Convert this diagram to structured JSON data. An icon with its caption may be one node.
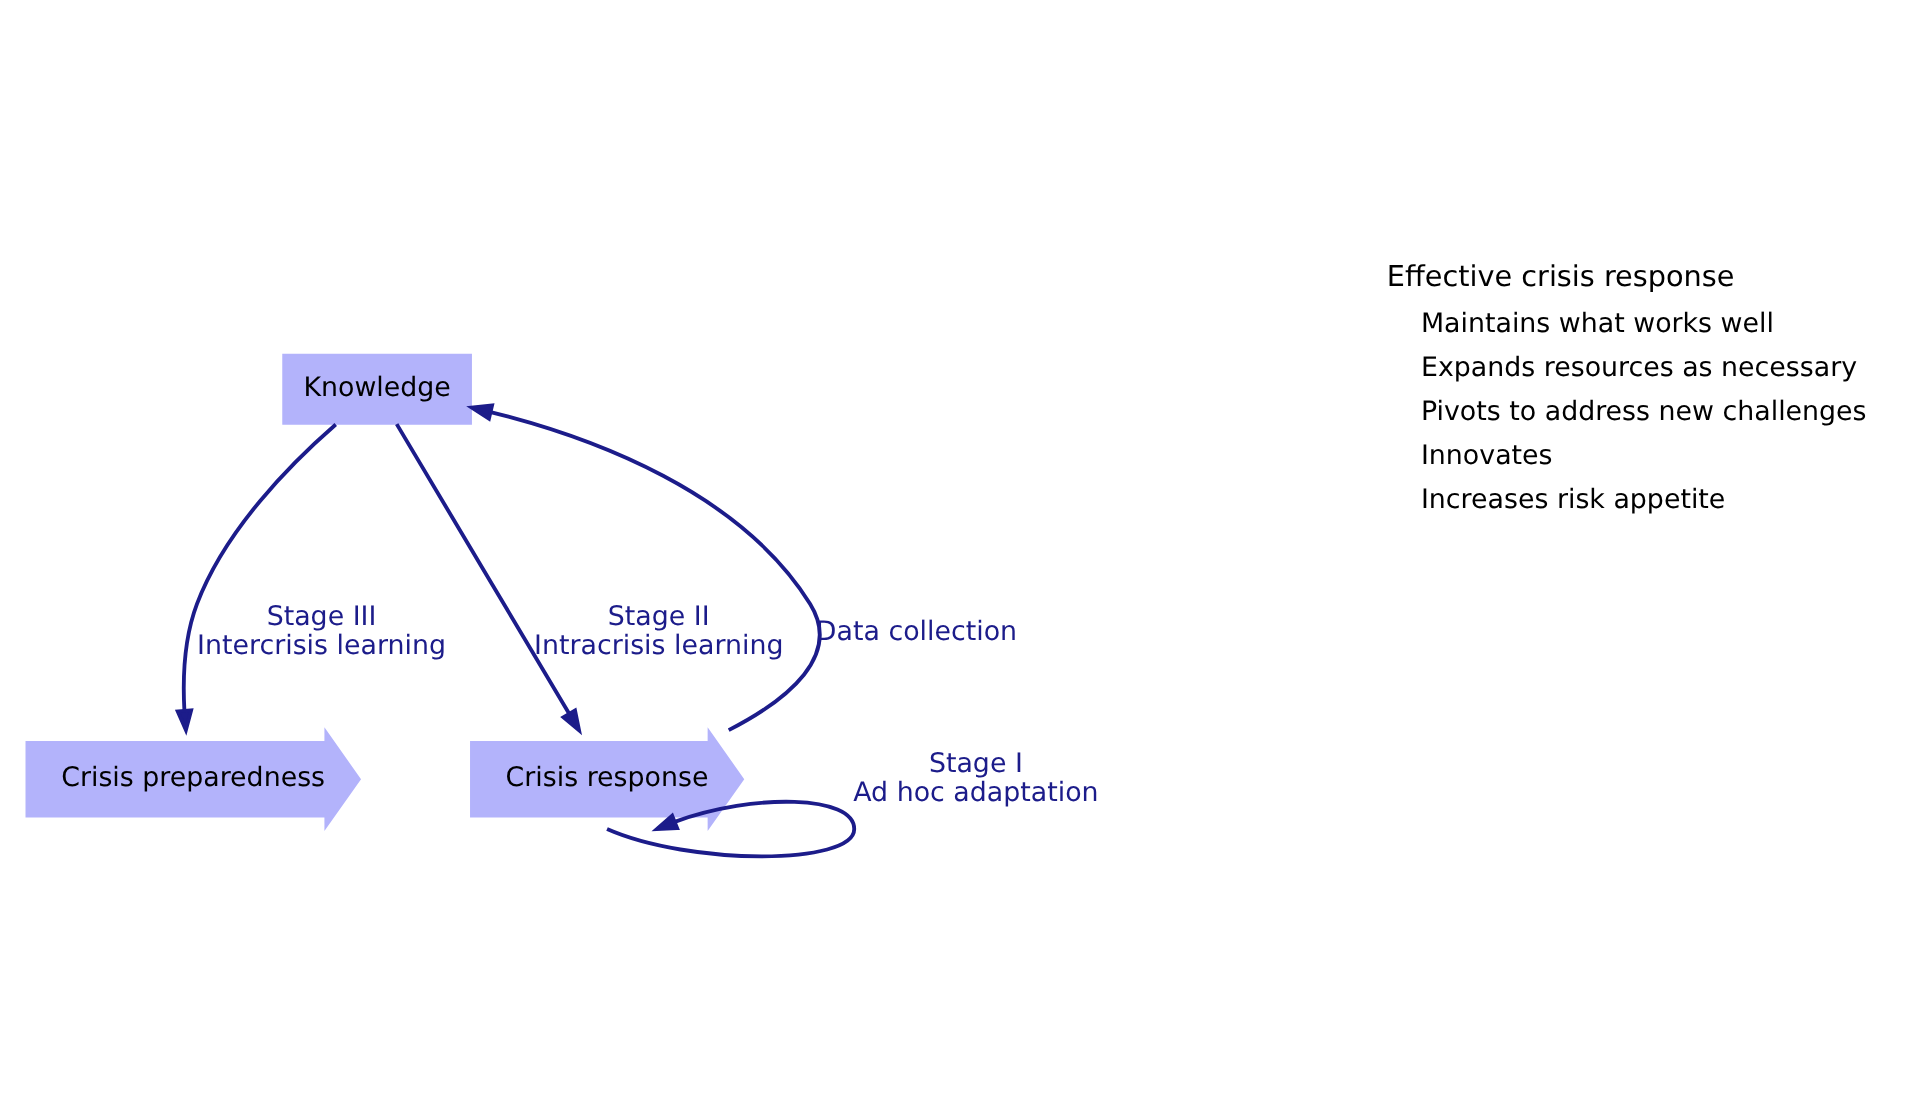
{
  "diagram": {
    "nodes": [
      {
        "text": [
          "Knowledge"
        ]
      },
      {
        "text": [
          "Crisis preparedness"
        ]
      },
      {
        "text": [
          "Crisis response"
        ]
      }
    ],
    "edges": [
      {
        "from": 0,
        "to": 1,
        "arrow": "to",
        "label": "Stage III Intercrisis learning"
      },
      {
        "from": 0,
        "to": 2,
        "arrow": "to",
        "label": "Stage II Intracrisis learning"
      },
      {
        "from": 2,
        "to": 0,
        "arrow": "to",
        "label": "Data collection"
      },
      {
        "from": 2,
        "to": 2,
        "arrow": "to",
        "label": "Stage I Ad hoc adaptation"
      }
    ],
    "labels": [
      "Effective crisis response",
      "Maintains what works well",
      "Expands resources as necessary",
      "Pivots to address new challenges",
      "Innovates",
      "Increases risk appetite"
    ]
  }
}
